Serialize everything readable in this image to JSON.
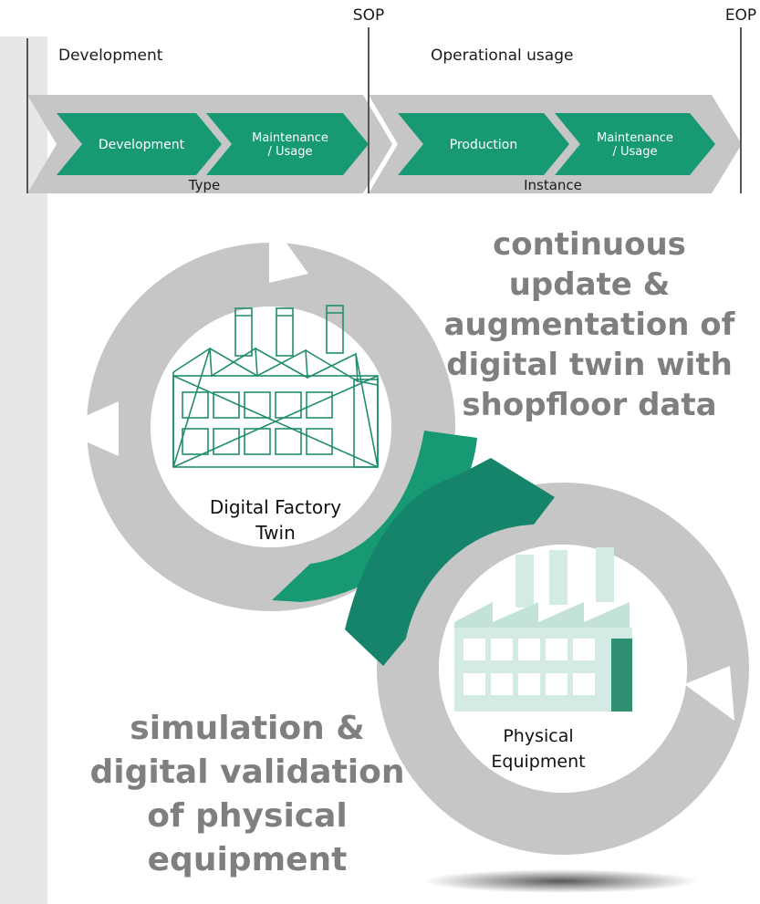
{
  "timeline": {
    "milestones": {
      "sop": "SOP",
      "eop": "EOP"
    },
    "phases": {
      "development": "Development",
      "operational": "Operational usage"
    },
    "type_chevrons": {
      "development": "Development",
      "maintenance_line1": "Maintenance",
      "maintenance_line2": "/ Usage"
    },
    "instance_chevrons": {
      "production": "Production",
      "maintenance_line1": "Maintenance",
      "maintenance_line2": "/ Usage"
    },
    "bands": {
      "type": "Type",
      "instance": "Instance"
    }
  },
  "cycle": {
    "digital_twin": {
      "line1": "Digital Factory",
      "line2": "Twin"
    },
    "physical": {
      "line1": "Physical",
      "line2": "Equipment"
    },
    "update_text": {
      "line1": "continuous",
      "line2": "update &",
      "line3": "augmentation of",
      "line4": "digital twin with",
      "line5": "shopfloor data"
    },
    "simulation_text": {
      "line1": "simulation &",
      "line2": "digital validation",
      "line3": "of physical",
      "line4": "equipment"
    }
  },
  "colors": {
    "teal": "#179a74",
    "teal_dark": "#16846a",
    "grey_ring": "#c6c6c6",
    "grey_band": "#e6e8e6",
    "grey_text": "#7f7f7f",
    "pale_teal": "#d3ebe4"
  }
}
